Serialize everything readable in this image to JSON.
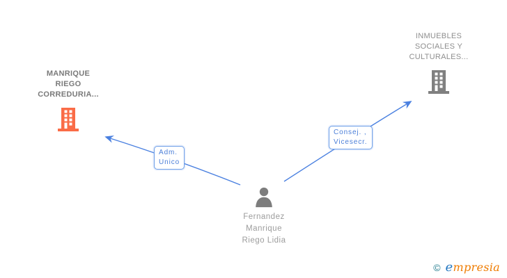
{
  "colors": {
    "edge-blue": "#4a80e0",
    "label-box-border": "#6fa0e8",
    "label-box-text": "#4a7ed8",
    "company-main-text": "#7a7a7a",
    "company-main-icon": "#fa6c47",
    "company-text": "#8e8e8e",
    "company-icon": "#808080",
    "person-icon": "#7d7d7d",
    "person-text": "#9c9c9c",
    "logo-copyright": "#1f7a8c",
    "logo-e": "#2779c2",
    "logo-rest": "#ef7c00"
  },
  "diagram": {
    "person": {
      "name": "Fernandez\nManrique\nRiego Lidia"
    },
    "companies": [
      {
        "name": "MANRIQUE\nRIEGO\nCORREDURIA...",
        "highlighted": true
      },
      {
        "name": "INMUEBLES\nSOCIALES Y\nCULTURALES...",
        "highlighted": false
      }
    ],
    "relations": [
      {
        "label": "Adm.\nUnico",
        "from": "Fernandez Manrique Riego Lidia",
        "to": "MANRIQUE RIEGO CORREDURIA..."
      },
      {
        "label": "Consej. ,\nVicesecr.",
        "from": "Fernandez Manrique Riego Lidia",
        "to": "INMUEBLES SOCIALES Y CULTURALES..."
      }
    ]
  },
  "footer": {
    "copyright_symbol": "©",
    "brand_initial": "e",
    "brand_rest": "mpresia"
  }
}
